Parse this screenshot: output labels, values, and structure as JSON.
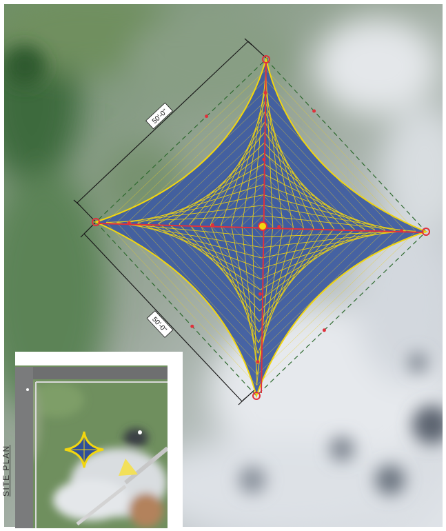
{
  "drawing": {
    "dimensions": {
      "upper_left": "50'-0\"",
      "lower_left": "50'-0\""
    },
    "inset": {
      "label": "SITE PLAN"
    }
  },
  "colors": {
    "canopy_fill": "#3d5a9c",
    "canopy_edge": "#f2d60f",
    "structure_lines": "#e0313c",
    "dimension_lines": "#1a1a1a",
    "cable_dashes": "#2f6a2f",
    "imagery_grass": "#7a9a74",
    "imagery_light": "#d8dde3"
  },
  "icons": [
    "canopy-shade-icon"
  ]
}
